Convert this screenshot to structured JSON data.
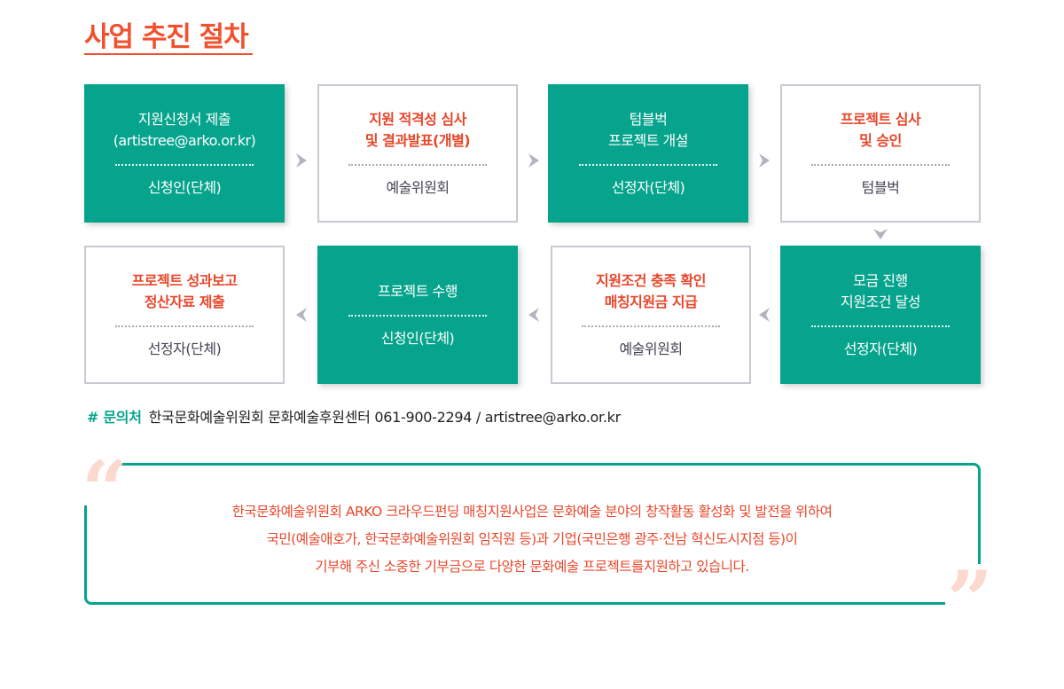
{
  "title": "사업 추진 절차",
  "colors": {
    "accent": "#f0522f",
    "green": "#07a48d",
    "border": "#c9c9d1"
  },
  "steps": [
    {
      "line1": "지원신청서 제출",
      "line2": "(artistree@arko.or.kr)",
      "actor": "신청인(단체)",
      "style": "green"
    },
    {
      "line1": "지원 적격성 심사",
      "line2": "및 결과발표(개별)",
      "actor": "예술위원회",
      "style": "white"
    },
    {
      "line1": "텀블벅",
      "line2": "프로젝트 개설",
      "actor": "선정자(단체)",
      "style": "green"
    },
    {
      "line1": "프로젝트 심사",
      "line2": "및 승인",
      "actor": "텀블벅",
      "style": "white"
    },
    {
      "line1": "모금 진행",
      "line2": "지원조건 달성",
      "actor": "선정자(단체)",
      "style": "green"
    },
    {
      "line1": "지원조건 충족 확인",
      "line2": "매칭지원금 지급",
      "actor": "예술위원회",
      "style": "white"
    },
    {
      "line1": "프로젝트 수행",
      "line2": "",
      "actor": "신청인(단체)",
      "style": "green"
    },
    {
      "line1": "프로젝트 성과보고",
      "line2": "정산자료 제출",
      "actor": "선정자(단체)",
      "style": "white"
    }
  ],
  "contact": {
    "label": "# 문의처",
    "text": "한국문화예술위원회 문화예술후원센터 061-900-2294 / artistree@arko.or.kr"
  },
  "quote": {
    "lines": [
      "한국문화예술위원회 ARKO 크라우드펀딩 매칭지원사업은 문화예술 분야의 창작활동 활성화 및 발전을 위하여",
      "국민(예술애호가, 한국문화예술위원회 임직원 등)과 기업(국민은행 광주·전남 혁신도시지점 등)이",
      "기부해 주신 소중한 기부금으로 다양한 문화예술 프로젝트를지원하고 있습니다."
    ]
  }
}
